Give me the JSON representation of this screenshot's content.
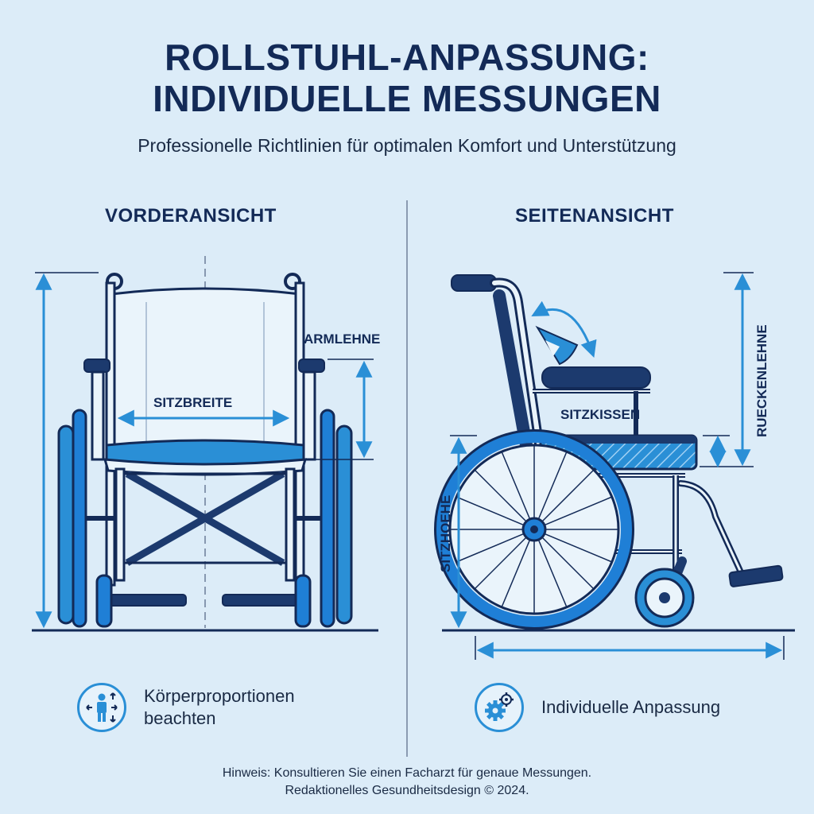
{
  "header": {
    "title_line1": "ROLLSTUHL-ANPASSUNG:",
    "title_line2": "INDIVIDUELLE MESSUNGEN",
    "subtitle": "Professionelle Richtlinien für optimalen Komfort und Unterstützung"
  },
  "front_view": {
    "heading": "VORDERANSICHT",
    "label_armrest": "ARMLEHNE",
    "label_seat_width": "SITZBREITE"
  },
  "side_view": {
    "heading": "SEITENANSICHT",
    "label_cushion": "SITZKISSEN",
    "label_backrest": "RUECKENLEHNE",
    "label_seat_height": "SITZHOEHE"
  },
  "tips": [
    {
      "icon": "body-proportions-icon",
      "line1": "Körperproportionen",
      "line2": "beachten"
    },
    {
      "icon": "gears-icon",
      "line1": "Individuelle Anpassung"
    }
  ],
  "footer": {
    "line1": "Hinweis: Konsultieren Sie einen Facharzt für genaue Messungen.",
    "line2": "Redaktionelles Gesundheitsdesign © 2024."
  },
  "colors": {
    "background": "#dcecf8",
    "navy": "#132a57",
    "accent_blue": "#2a8fd6",
    "wheel_blue": "#1f7fd6"
  }
}
